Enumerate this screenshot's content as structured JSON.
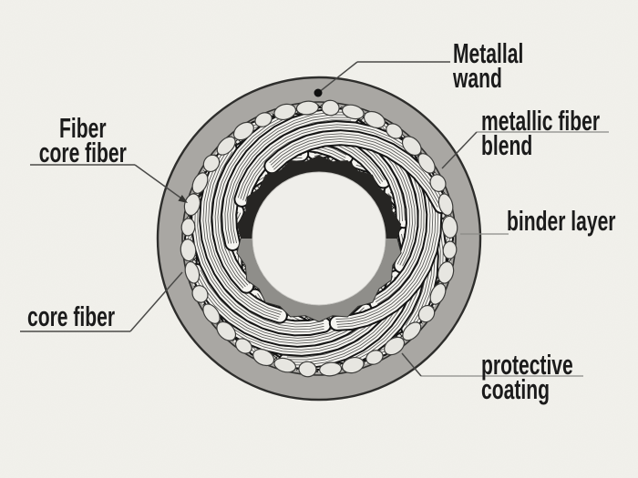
{
  "diagram": {
    "subject": "cable cross-section illustration",
    "labels": {
      "metallal_wand": {
        "lines": [
          "Metallal",
          "wand"
        ]
      },
      "metallic_fiber_blend": {
        "lines": [
          "metallic fiber",
          "blend"
        ]
      },
      "binder_layer": {
        "lines": [
          "binder layer"
        ]
      },
      "protective_coating": {
        "lines": [
          "protective",
          "coating"
        ]
      },
      "fiber_core_fiber": {
        "lines": [
          "Fiber",
          "core fiber"
        ]
      },
      "core_fiber": {
        "lines": [
          "core fiber"
        ]
      }
    },
    "colors": {
      "background": "#f2f1ec",
      "outer_ring": "#a9a7a3",
      "ring_outline": "#2e2e2c",
      "pebble_fill": "#e7e6e1",
      "pebble_outline": "#3c3c3a",
      "weave_outline": "#141414",
      "weave_body": "#f6f5f1",
      "weave_texture": "#5c5c5a",
      "weave_gap_bg": "#eeede9",
      "weave_gap_line": "#2a2a28",
      "binder_ring_dark": "#262523",
      "binder_ring_gray": "#8f8e8a",
      "core_fill": "#efeeea",
      "leader_line": "#4a4a48",
      "label_text": "#1b1b1b"
    }
  }
}
